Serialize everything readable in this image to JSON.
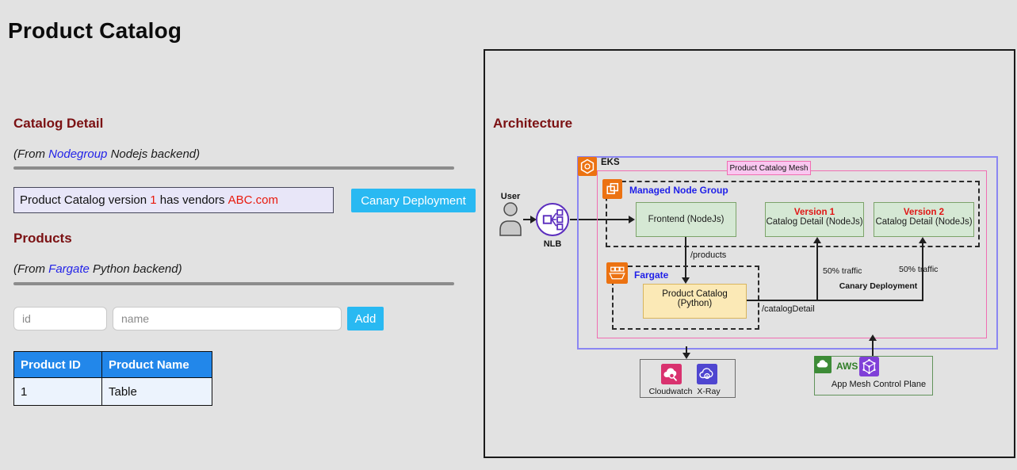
{
  "page": {
    "title": "Product Catalog"
  },
  "catalog_detail": {
    "heading": "Catalog Detail",
    "source_prefix": "(From ",
    "source_link": "Nodegroup",
    "source_suffix": " Nodejs backend)",
    "version_text_before": "Product Catalog version ",
    "version_number": "1",
    "version_text_middle": " has vendors ",
    "vendor": "ABC.com",
    "canary_button_label": "Canary Deployment"
  },
  "products": {
    "heading": "Products",
    "source_prefix": "(From ",
    "source_link": "Fargate",
    "source_suffix": " Python backend)",
    "id_placeholder": "id",
    "name_placeholder": "name",
    "add_button_label": "Add",
    "table": {
      "headers": [
        "Product ID",
        "Product Name"
      ],
      "rows": [
        [
          "1",
          "Table"
        ]
      ]
    }
  },
  "architecture": {
    "heading": "Architecture",
    "user_label": "User",
    "nlb_label": "NLB",
    "eks_label": "EKS",
    "mesh_label": "Product Catalog Mesh",
    "managed_node_group_label": "Managed Node Group",
    "frontend_label": "Frontend (NodeJs)",
    "version1_title": "Version 1",
    "version1_label": "Catalog Detail (NodeJs)",
    "version2_title": "Version 2",
    "version2_label": "Catalog Detail (NodeJs)",
    "products_route": "/products",
    "catalog_route": "/catalogDetail",
    "traffic_left": "50% traffic",
    "traffic_right": "50% traffic",
    "canary_label": "Canary Deployment",
    "fargate_label": "Fargate",
    "python_label": "Product Catalog (Python)",
    "cloudwatch_label": "Cloudwatch",
    "xray_label": "X-Ray",
    "aws_label": "AWS",
    "app_mesh_label": "App Mesh Control Plane"
  },
  "colors": {
    "accent_cyan": "#29b9f2",
    "heading_red": "#7b1113",
    "link_blue": "#2323e8",
    "value_red": "#e8190c",
    "table_header_blue": "#2287ea",
    "table_row_blue": "#ecf3fd",
    "version_box_bg": "#e8e6f8",
    "diagram_green": "#d5e8d4",
    "diagram_yellow": "#fbe9b6",
    "eks_border_blue": "#8b86f2",
    "mesh_pink": "#f06eb2",
    "aws_orange": "#ec7211",
    "nlb_purple": "#5b2dbe",
    "cloudwatch_pink": "#d9326f",
    "xray_indigo": "#4f46d0",
    "aws_green": "#3d8b37",
    "app_mesh_purple": "#8040d8"
  }
}
